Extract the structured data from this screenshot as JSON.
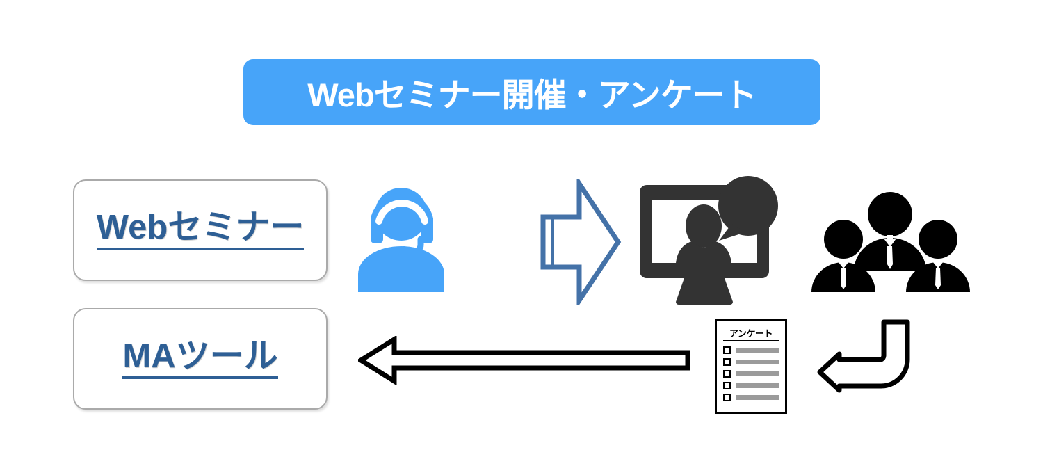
{
  "header": {
    "title": "Webセミナー開催・アンケート",
    "background_color": "#47a4f9",
    "text_color": "#ffffff"
  },
  "boxes": [
    {
      "label": "Webセミナー",
      "text_color": "#2e5f95",
      "border_color": "#aaaaaa"
    },
    {
      "label": "MAツール",
      "text_color": "#2e5f95",
      "border_color": "#aaaaaa"
    }
  ],
  "icons": {
    "presenter": {
      "name": "headset-person-icon",
      "color": "#47a4f9"
    },
    "flow_arrow": {
      "name": "right-block-arrow-icon",
      "color": "#4472a8"
    },
    "monitor": {
      "name": "monitor-webinar-icon",
      "color": "#333333"
    },
    "audience": {
      "name": "audience-group-icon",
      "color": "#000000"
    },
    "feedback_arrow": {
      "name": "left-long-arrow-icon",
      "color": "#000000"
    },
    "return_arrow": {
      "name": "curved-return-arrow-icon",
      "color": "#000000"
    }
  },
  "survey": {
    "title": "アンケート",
    "rows": [
      1,
      2,
      3,
      4,
      5
    ],
    "border_color": "#000000",
    "line_color": "#9b9b9b"
  }
}
